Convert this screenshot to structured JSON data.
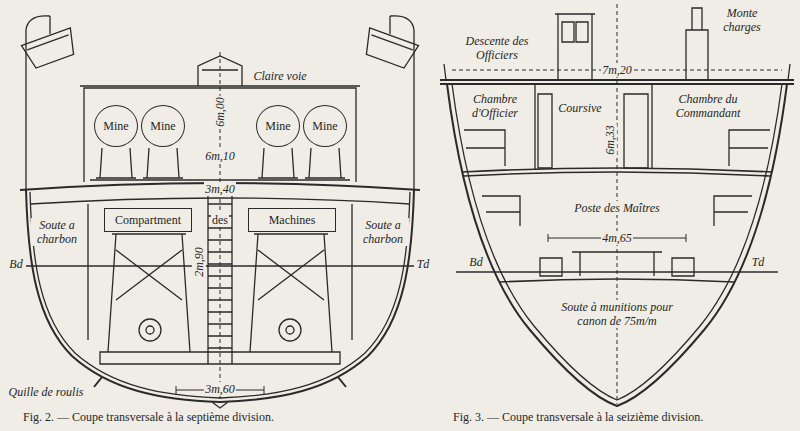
{
  "diagram": {
    "nodes": [
      {
        "text": [
          "Mine"
        ]
      },
      {
        "text": [
          "Mine"
        ]
      },
      {
        "text": [
          "Mine"
        ]
      },
      {
        "text": [
          "Mine"
        ]
      },
      {
        "text": [
          "Compartment"
        ]
      },
      {
        "text": [
          "Machines"
        ]
      }
    ],
    "labels": [
      "Claire voie",
      "6m,00",
      "6m,10",
      "3m,40",
      "Soute a charbon",
      "des",
      "Soute a charbon",
      "2m,90",
      "Bd",
      "Td",
      "Quille de roulis",
      "3m,60",
      "Fig. 2. — Coupe transversale à la septième division.",
      "Descente des Officiers",
      "Monte charges",
      "7m,20",
      "Chambre d'Officier",
      "Coursive",
      "Chambre du Commandant",
      "6m,33",
      "Poste des Maîtres",
      "4m,65",
      "Bd",
      "Td",
      "Soute à munitions pour canon de 75m/m",
      "Fig. 3. — Coupe transversale à la seizième division."
    ]
  }
}
